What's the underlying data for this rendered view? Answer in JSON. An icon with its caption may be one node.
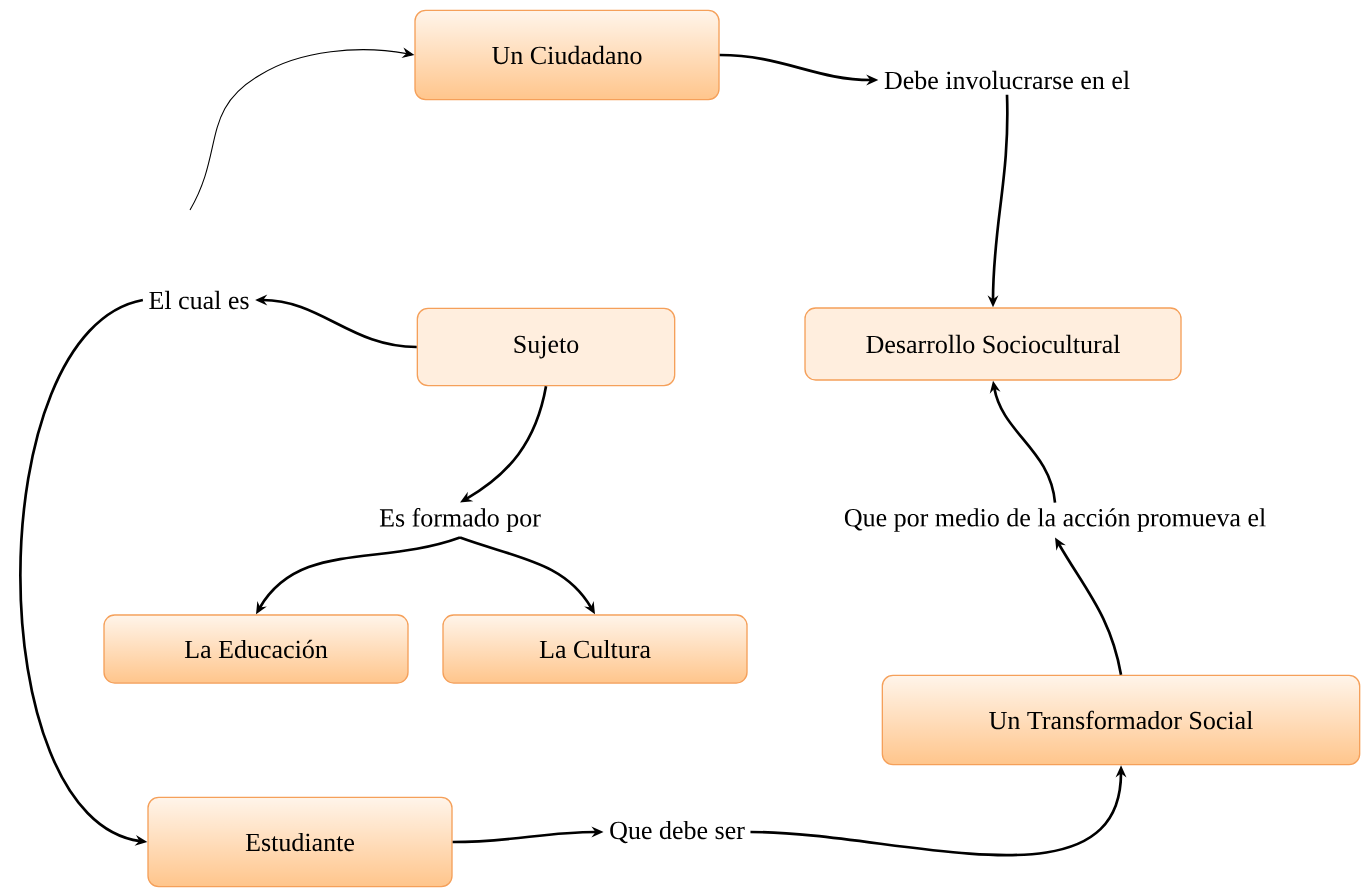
{
  "diagram": {
    "nodes": [
      {
        "text": [
          "Un Ciudadano"
        ]
      },
      {
        "text": [
          "Debe involucrarse en el"
        ]
      },
      {
        "text": [
          "Desarrollo Sociocultural"
        ]
      },
      {
        "text": [
          "El cual es"
        ]
      },
      {
        "text": [
          "Sujeto"
        ]
      },
      {
        "text": [
          "Es formado por"
        ]
      },
      {
        "text": [
          "Que por medio de la acción promueva el"
        ]
      },
      {
        "text": [
          "La Educación"
        ]
      },
      {
        "text": [
          "La Cultura"
        ]
      },
      {
        "text": [
          "Un Transformador Social"
        ]
      },
      {
        "text": [
          "Estudiante"
        ]
      },
      {
        "text": [
          "Que debe ser"
        ]
      }
    ],
    "edges": [
      {
        "from": null,
        "to": 0,
        "arrow": "to"
      },
      {
        "from": 0,
        "to": 1,
        "arrow": "to"
      },
      {
        "from": 1,
        "to": 2,
        "arrow": "to"
      },
      {
        "from": 4,
        "to": 3,
        "arrow": "to"
      },
      {
        "from": 4,
        "to": 5,
        "arrow": "to"
      },
      {
        "from": 5,
        "to": 7,
        "arrow": "to"
      },
      {
        "from": 5,
        "to": 8,
        "arrow": "to"
      },
      {
        "from": 3,
        "to": 10,
        "arrow": "to"
      },
      {
        "from": 10,
        "to": 11,
        "arrow": "to"
      },
      {
        "from": 11,
        "to": 9,
        "arrow": "to"
      },
      {
        "from": 9,
        "to": 6,
        "arrow": "to"
      },
      {
        "from": 6,
        "to": 2,
        "arrow": "to"
      }
    ]
  }
}
